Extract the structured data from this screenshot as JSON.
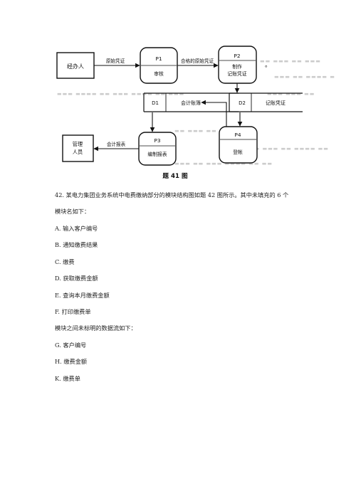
{
  "diagram": {
    "caption": "题 41 图",
    "entities": [
      {
        "id": "agent",
        "label": "经办人"
      },
      {
        "id": "manager",
        "label_line1": "管理",
        "label_line2": "人员"
      }
    ],
    "processes": [
      {
        "id": "P1",
        "label": "审核"
      },
      {
        "id": "P2",
        "label_line1": "制作",
        "label_line2": "记账凭证"
      },
      {
        "id": "P3",
        "label": "编制报表"
      },
      {
        "id": "P4",
        "label": "登帐"
      }
    ],
    "stores": [
      {
        "id": "D1",
        "label": "会计账簿"
      },
      {
        "id": "D2",
        "label": "记账凭证"
      }
    ],
    "flows": {
      "agent_to_p1": "原始凭证",
      "p1_to_p2": "合格的原始凭证",
      "p3_to_manager": "会计报表"
    },
    "stray_mark": "。"
  },
  "question": {
    "number": "42.",
    "line1": "某电力集团业务系统中电费缴纳部分的模块结构图如题 42 图所示。其中未填充的 6 个",
    "line2": "模块名如下：",
    "modules": [
      "A. 输入客户编号",
      "B. 通知缴费结果",
      "C. 缴费",
      "D. 获取缴费金额",
      "E. 查询本月缴费金额",
      "F. 打印缴费单"
    ],
    "flows_intro": "模块之间未标明的数据流如下：",
    "flows": [
      "G. 客户编号",
      "H. 缴费金额",
      "K. 缴费单"
    ]
  }
}
